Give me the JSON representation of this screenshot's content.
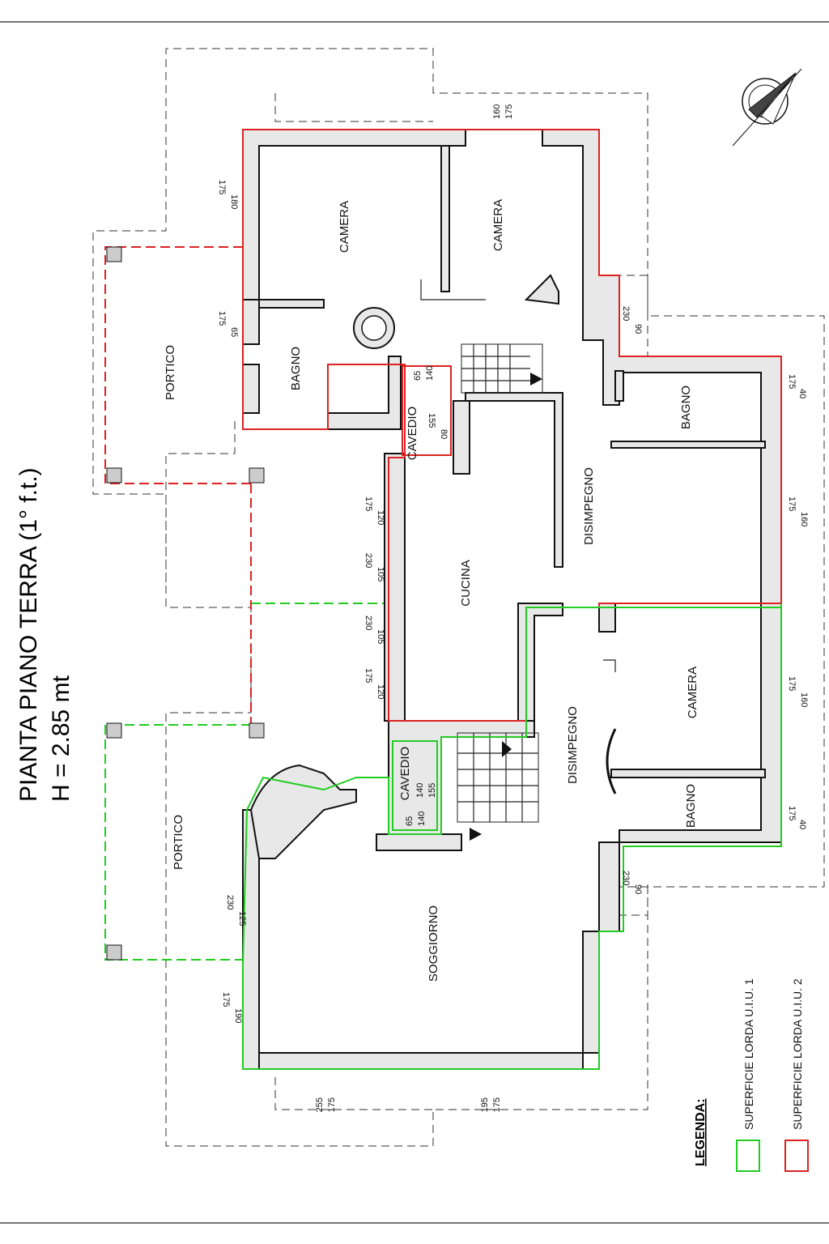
{
  "title": {
    "line1": "PIANTA PIANO TERRA (1° f.t.)",
    "line2": "H = 2.85 mt"
  },
  "rooms": {
    "camera_1": "CAMERA",
    "camera_2": "CAMERA",
    "camera_3": "CAMERA",
    "bagno_1": "BAGNO",
    "bagno_2": "BAGNO",
    "bagno_3": "BAGNO",
    "portico_1": "PORTICO",
    "portico_2": "PORTICO",
    "cavedio_1": "CAVEDIO",
    "cavedio_2": "CAVEDIO",
    "cucina": "CUCINA",
    "disimpegno_1": "DISIMPEGNO",
    "disimpegno_2": "DISIMPEGNO",
    "soggiorno": "SOGGIORNO"
  },
  "dimensions": {
    "d01": "160",
    "d02": "175",
    "d03": "175",
    "d04": "180",
    "d05": "175",
    "d06": "65",
    "d07": "230",
    "d08": "90",
    "d09": "175",
    "d10": "40",
    "d11": "65",
    "d12": "140",
    "d13": "155",
    "d14": "80",
    "d15": "175",
    "d16": "120",
    "d17": "230",
    "d18": "105",
    "d19": "230",
    "d20": "105",
    "d21": "175",
    "d22": "120",
    "d23": "175",
    "d24": "160",
    "d25": "175",
    "d26": "160",
    "d27": "140",
    "d28": "155",
    "d29": "65",
    "d30": "140",
    "d31": "175",
    "d32": "40",
    "d33": "230",
    "d34": "90",
    "d35": "230",
    "d36": "125",
    "d37": "175",
    "d38": "190",
    "d39": "255",
    "d40": "175",
    "d41": "195",
    "d42": "175"
  },
  "legend": {
    "title": "LEGENDA:",
    "item1": "SUPERFICIE LORDA U.I.U. 1",
    "item2": "SUPERFICIE LORDA U.I.U. 2",
    "color1": "#22cc22",
    "color2": "#dd2222"
  },
  "compass_icon": "north-arrow-icon"
}
